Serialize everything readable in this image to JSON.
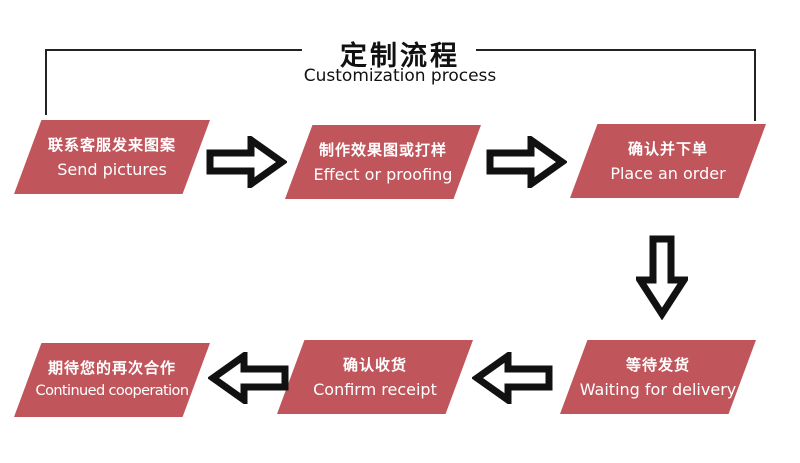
{
  "title": {
    "zh": "定制流程",
    "en": "Customization process"
  },
  "steps": [
    {
      "zh": "联系客服发来图案",
      "en": "Send pictures"
    },
    {
      "zh": "制作效果图或打样",
      "en": "Effect or proofing"
    },
    {
      "zh": "确认并下单",
      "en": "Place an order"
    },
    {
      "zh": "等待发货",
      "en": "Waiting for delivery"
    },
    {
      "zh": "确认收货",
      "en": "Confirm receipt"
    },
    {
      "zh": "期待您的再次合作",
      "en": "Continued cooperation"
    }
  ],
  "colors": {
    "step_fill": "#c0565c",
    "line": "#222222",
    "arrow": "#111111"
  }
}
